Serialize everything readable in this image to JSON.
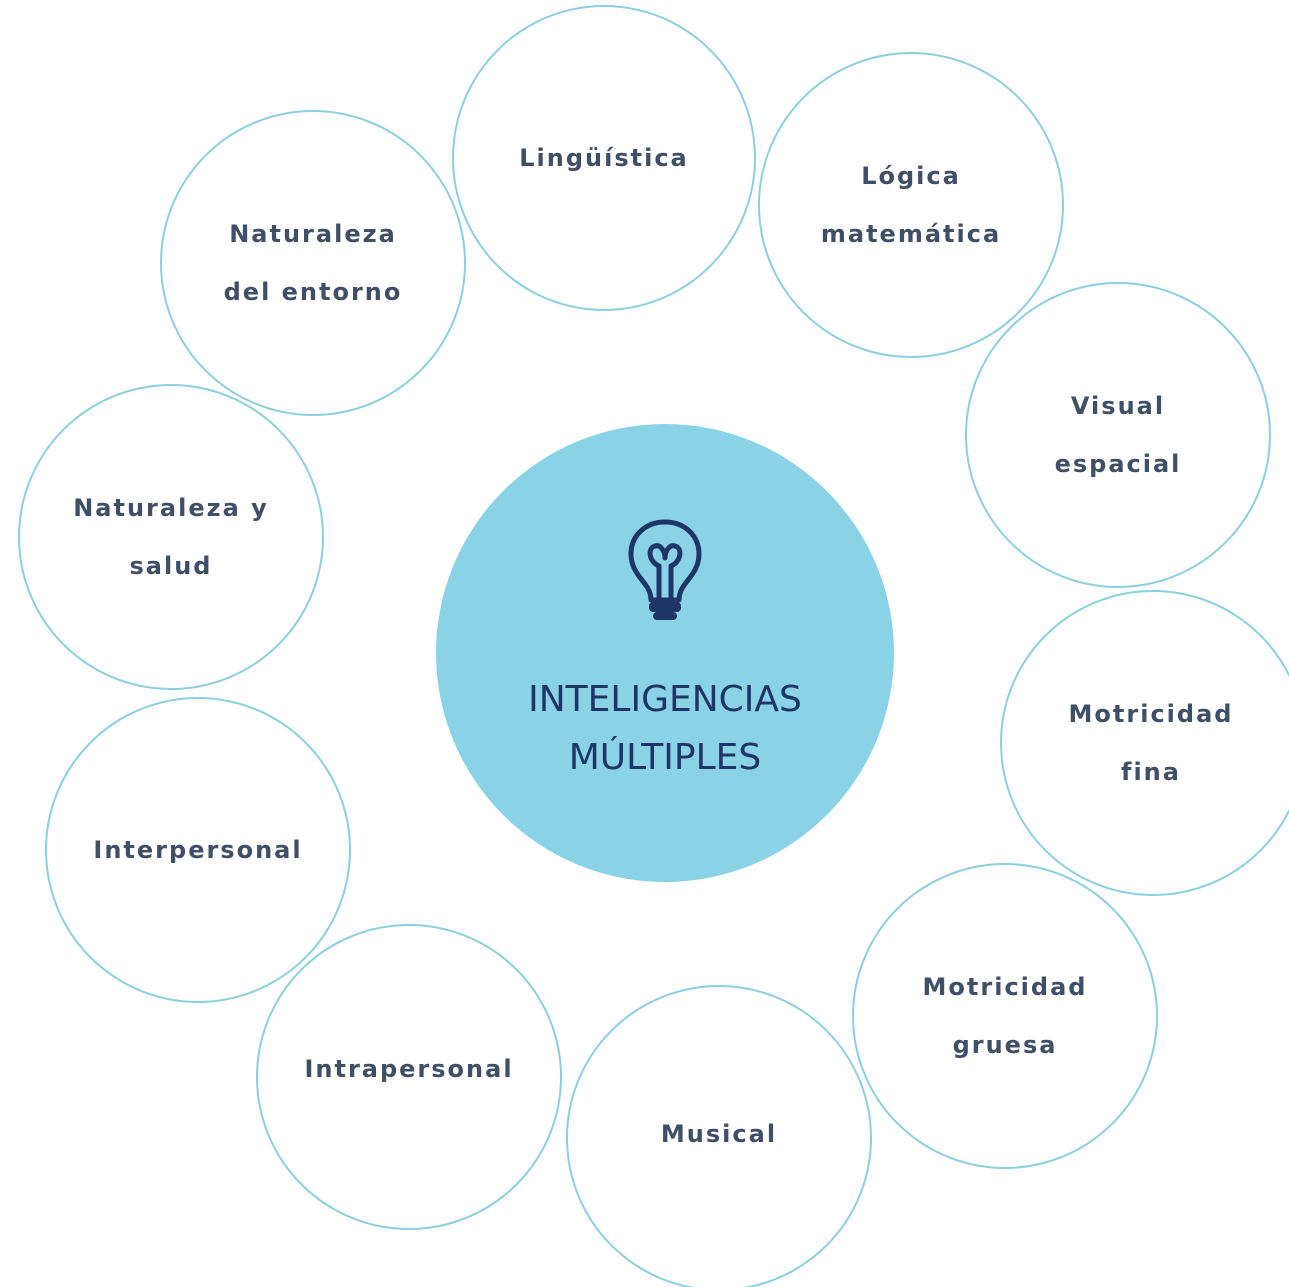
{
  "center": {
    "title": "INTELIGENCIAS\nMÚLTIPLES",
    "icon": "lightbulb-icon"
  },
  "nodes": [
    {
      "id": "linguistica",
      "label": "Lingüística"
    },
    {
      "id": "logica-matematica",
      "label": "Lógica\nmatemática"
    },
    {
      "id": "visual-espacial",
      "label": "Visual\nespacial"
    },
    {
      "id": "motricidad-fina",
      "label": "Motricidad\nfina"
    },
    {
      "id": "motricidad-gruesa",
      "label": "Motricidad\ngruesa"
    },
    {
      "id": "musical",
      "label": "Musical"
    },
    {
      "id": "intrapersonal",
      "label": "Intrapersonal"
    },
    {
      "id": "interpersonal",
      "label": "Interpersonal"
    },
    {
      "id": "naturaleza-salud",
      "label": "Naturaleza y\nsalud"
    },
    {
      "id": "naturaleza-entorno",
      "label": "Naturaleza\ndel entorno"
    }
  ],
  "colors": {
    "center_fill": "#8ad2e6",
    "node_border": "#8ccfdf",
    "node_text": "#3f4f67",
    "center_text": "#1f3566"
  }
}
